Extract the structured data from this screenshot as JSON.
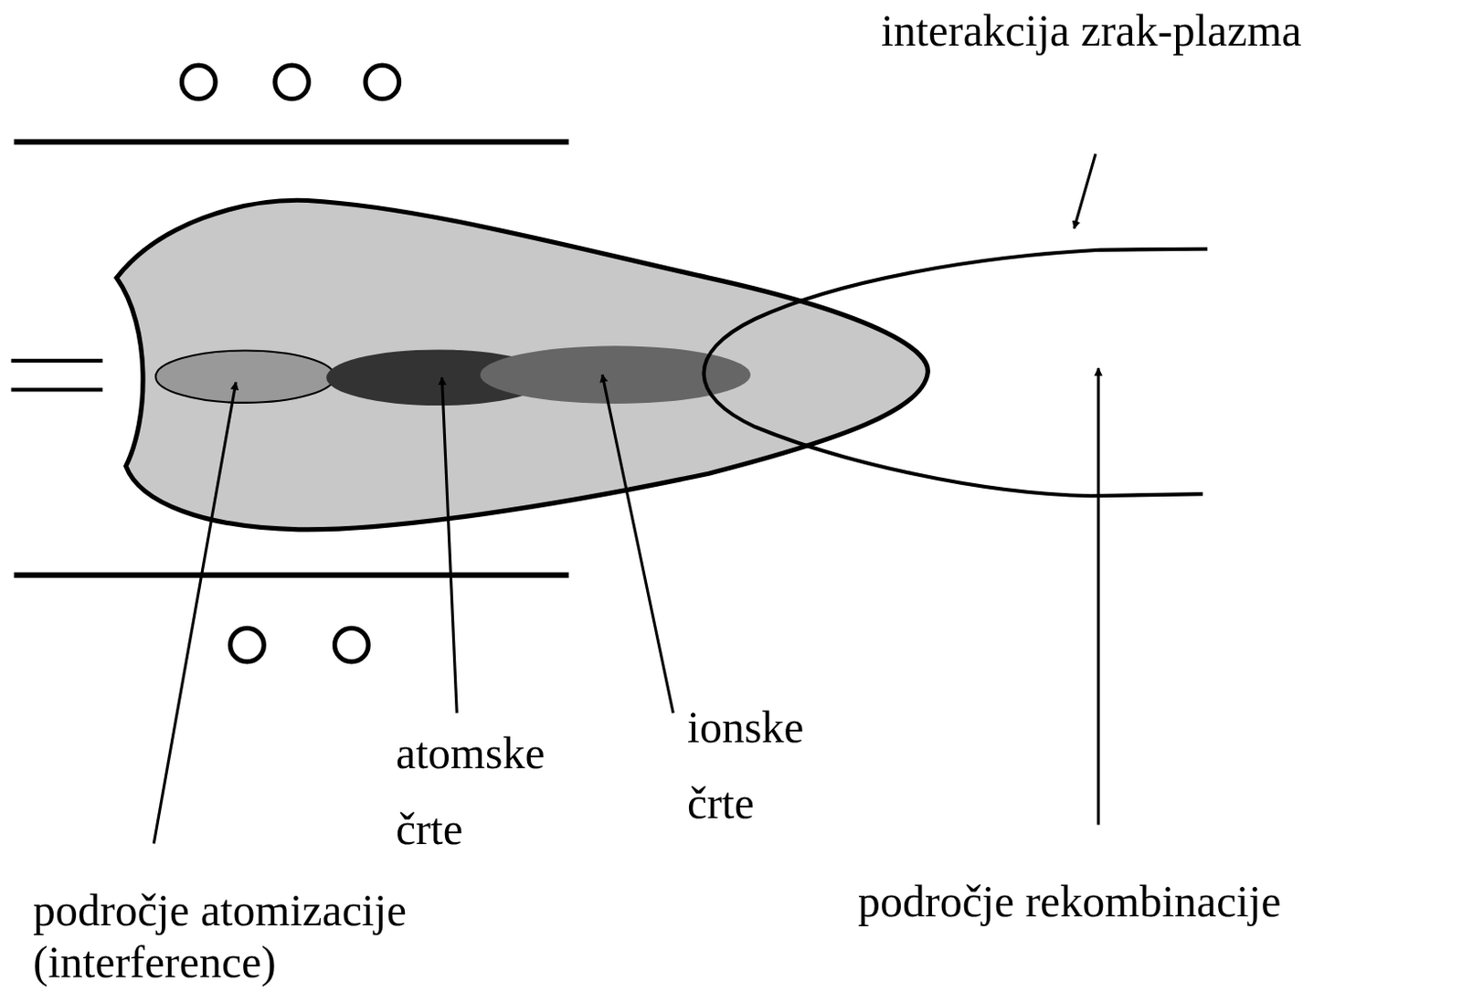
{
  "diagram": {
    "labels": [
      "interakcija zrak-plazma",
      "atomske črte",
      "ionske črte",
      "področje atomizacije (interference)",
      "področje rekombinacije"
    ]
  }
}
